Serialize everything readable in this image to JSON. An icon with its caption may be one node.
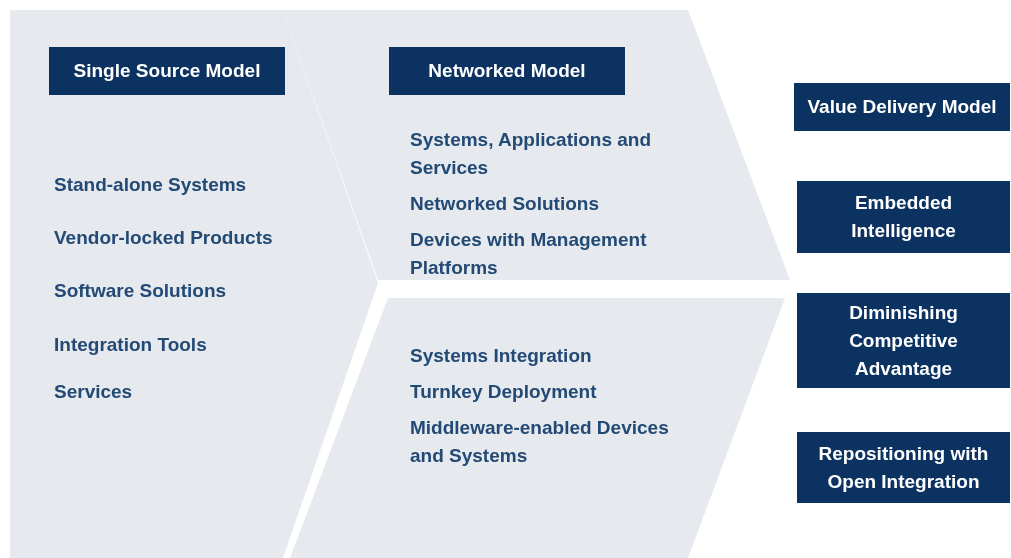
{
  "diagram": {
    "nodes": [
      {
        "text": [
          "Stand-alone Systems",
          "Vendor-locked Products",
          "Software Solutions",
          "Integration Tools",
          "Services"
        ]
      },
      {
        "text": [
          "Single Source Model"
        ],
        "in": 0
      },
      {
        "text": [
          "Systems, Applications and Services",
          "Networked Solutions",
          "Devices with Management Platforms"
        ]
      },
      {
        "text": [
          "Networked Model"
        ],
        "in": 2
      },
      {
        "text": [
          "Systems Integration",
          "Turnkey Deployment",
          "Middleware-enabled Devices and Systems"
        ]
      },
      {
        "text": [
          "Value Delivery Model"
        ]
      },
      {
        "text": [
          "Embedded Intelligence"
        ]
      },
      {
        "text": [
          "Diminishing Competitive Advantage"
        ]
      },
      {
        "text": [
          "Repositioning with Open Integration"
        ]
      }
    ]
  }
}
